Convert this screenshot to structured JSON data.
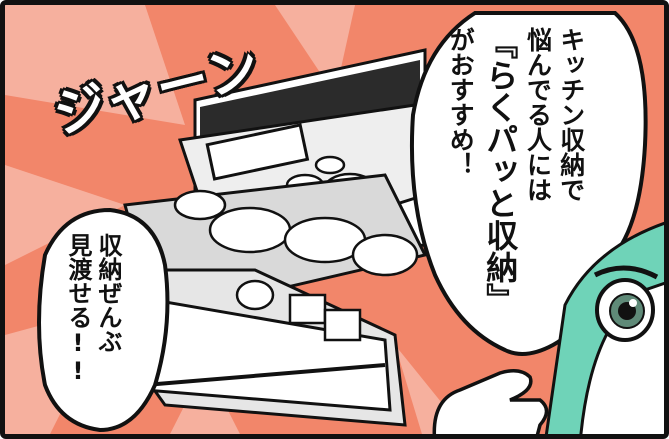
{
  "sfx": {
    "text": "ジャーン"
  },
  "speech_main": {
    "line1": "キッチン収納で",
    "line2": "悩んでる人には",
    "line3": "『らくパッと収納』",
    "line4": "がおすすめ！"
  },
  "speech_left": {
    "line1": "収納ぜんぶ",
    "line2": "見渡せる!!"
  },
  "colors": {
    "burst": "#f2866a",
    "ink": "#111111",
    "paper": "#ffffff",
    "drawer": "#d9d9d9",
    "character_hair": "#6fd3b8",
    "character_eye": "#5f8a78"
  },
  "icons": [
    "burst-lines",
    "kitchen-drawer",
    "dishes",
    "character-face",
    "pointing-hand"
  ]
}
